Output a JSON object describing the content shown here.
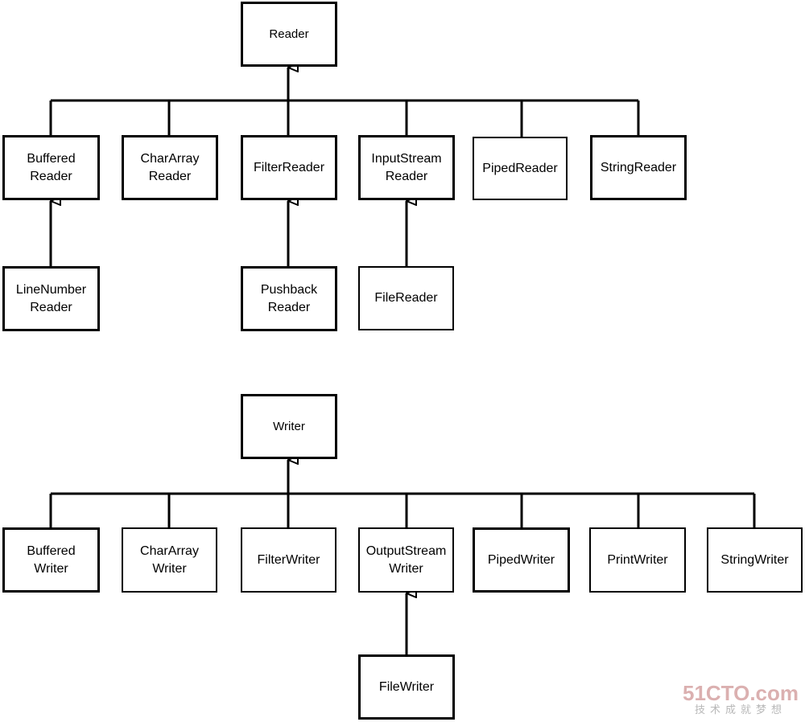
{
  "reader": {
    "root": "Reader",
    "children": [
      "Buffered\nReader",
      "CharArray\nReader",
      "FilterReader",
      "InputStream\nReader",
      "PipedReader",
      "StringReader"
    ],
    "grandchildren": [
      "LineNumber\nReader",
      "Pushback\nReader",
      "FileReader"
    ]
  },
  "writer": {
    "root": "Writer",
    "children": [
      "Buffered\nWriter",
      "CharArray\nWriter",
      "FilterWriter",
      "OutputStream\nWriter",
      "PipedWriter",
      "PrintWriter",
      "StringWriter"
    ],
    "grandchildren": [
      "FileWriter"
    ]
  },
  "watermark": {
    "logo": "51CTO.com",
    "tagline": "技术成就梦想"
  }
}
